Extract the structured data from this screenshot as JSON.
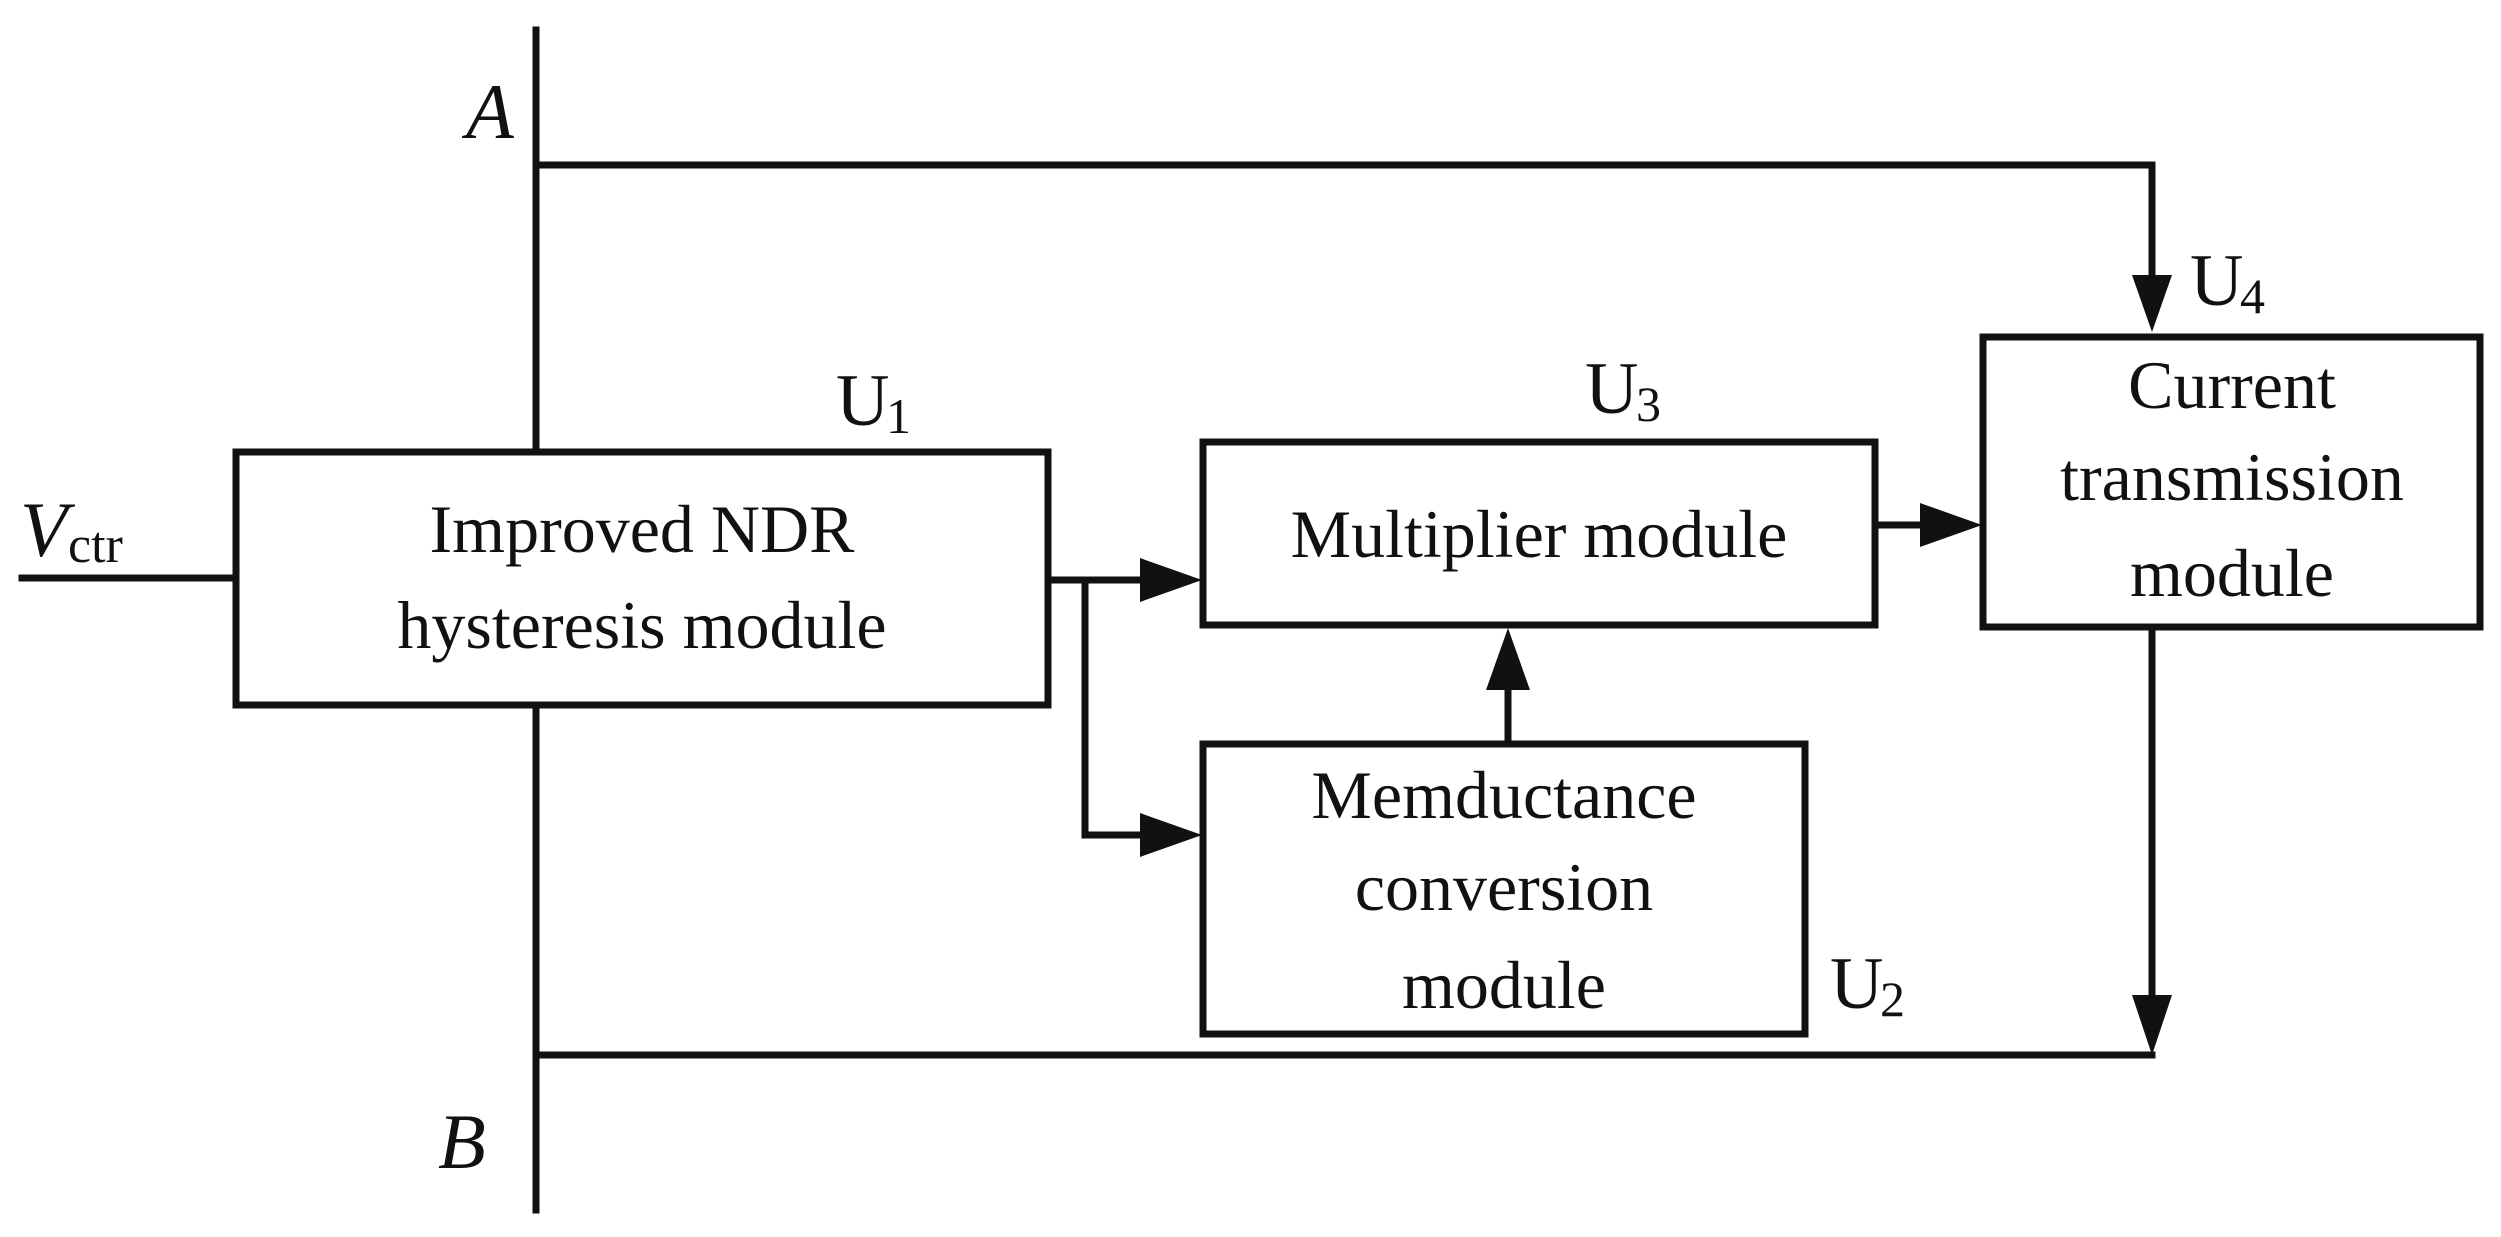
{
  "terminals": {
    "a": "A",
    "b": "B",
    "vctr_main": "V",
    "vctr_sub": "ctr"
  },
  "blocks": {
    "u1": {
      "tag_main": "U",
      "tag_sub": "1",
      "lines": [
        "Improved NDR",
        "hysteresis module"
      ]
    },
    "u2": {
      "tag_main": "U",
      "tag_sub": "2",
      "lines": [
        "Memductance",
        "conversion",
        "module"
      ]
    },
    "u3": {
      "tag_main": "U",
      "tag_sub": "3",
      "lines": [
        "Multiplier module"
      ]
    },
    "u4": {
      "tag_main": "U",
      "tag_sub": "4",
      "lines": [
        "Current",
        "transmission",
        "module"
      ]
    }
  }
}
